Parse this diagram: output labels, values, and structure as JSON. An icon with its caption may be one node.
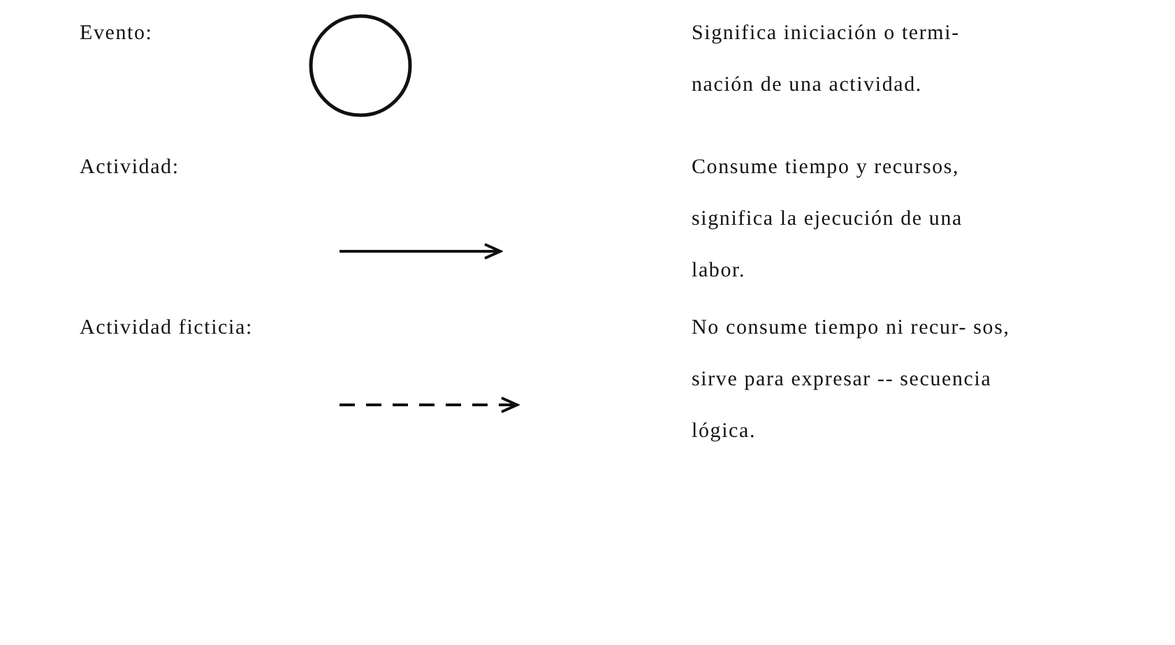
{
  "diagram": {
    "nodes": [
      {
        "text": [],
        "shape": "circle"
      }
    ],
    "labels": [
      "Evento:",
      "Significa iniciación o termi- nación de una actividad.",
      "Actividad:",
      "Consume tiempo y recursos, significa la ejecución de una labor.",
      "Actividad ficticia:",
      "No consume tiempo ni recur- sos, sirve para expresar -- secuencia lógica."
    ]
  }
}
